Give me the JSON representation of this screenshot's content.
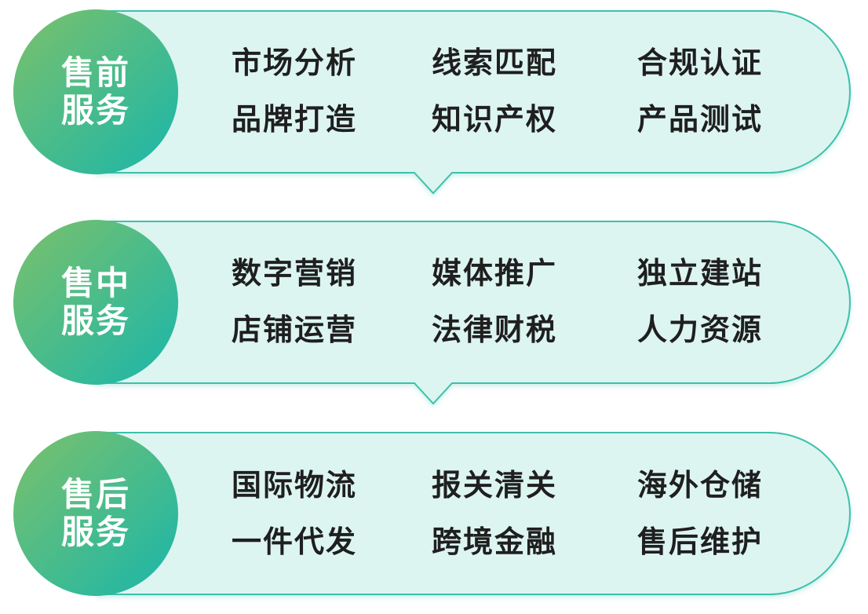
{
  "colors": {
    "panel_fill": "#ddf5f1",
    "panel_stroke": "#3cc1ac",
    "circle_gradient_start": "#7cc16a",
    "circle_gradient_end": "#19b6ab",
    "label_text": "#ffffff",
    "item_text": "#1f1f1f"
  },
  "panels": [
    {
      "label_line1": "售前",
      "label_line2": "服务",
      "items": [
        "市场分析",
        "线索匹配",
        "合规认证",
        "品牌打造",
        "知识产权",
        "产品测试"
      ]
    },
    {
      "label_line1": "售中",
      "label_line2": "服务",
      "items": [
        "数字营销",
        "媒体推广",
        "独立建站",
        "店铺运营",
        "法律财税",
        "人力资源"
      ]
    },
    {
      "label_line1": "售后",
      "label_line2": "服务",
      "items": [
        "国际物流",
        "报关清关",
        "海外仓储",
        "一件代发",
        "跨境金融",
        "售后维护"
      ]
    }
  ]
}
